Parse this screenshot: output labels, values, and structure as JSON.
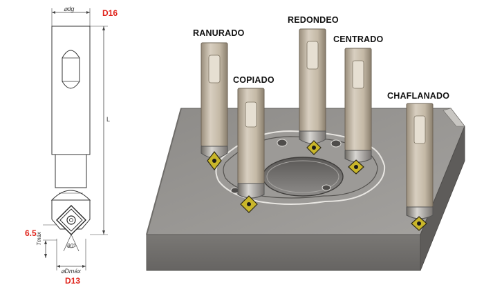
{
  "drawing": {
    "top_dim_label": "⌀dg",
    "top_code": "D16",
    "length_label": "L",
    "height_code": "6.5",
    "tmax_label": "Tmáx",
    "angle_label": "90°",
    "bottom_dim_label": "⌀Dmáx",
    "bottom_code": "D13"
  },
  "operations": {
    "ranurado": "RANURADO",
    "copiado": "COPIADO",
    "redondeo": "REDONDEO",
    "centrado": "CENTRADO",
    "chaflanado": "CHAFLANADO"
  }
}
